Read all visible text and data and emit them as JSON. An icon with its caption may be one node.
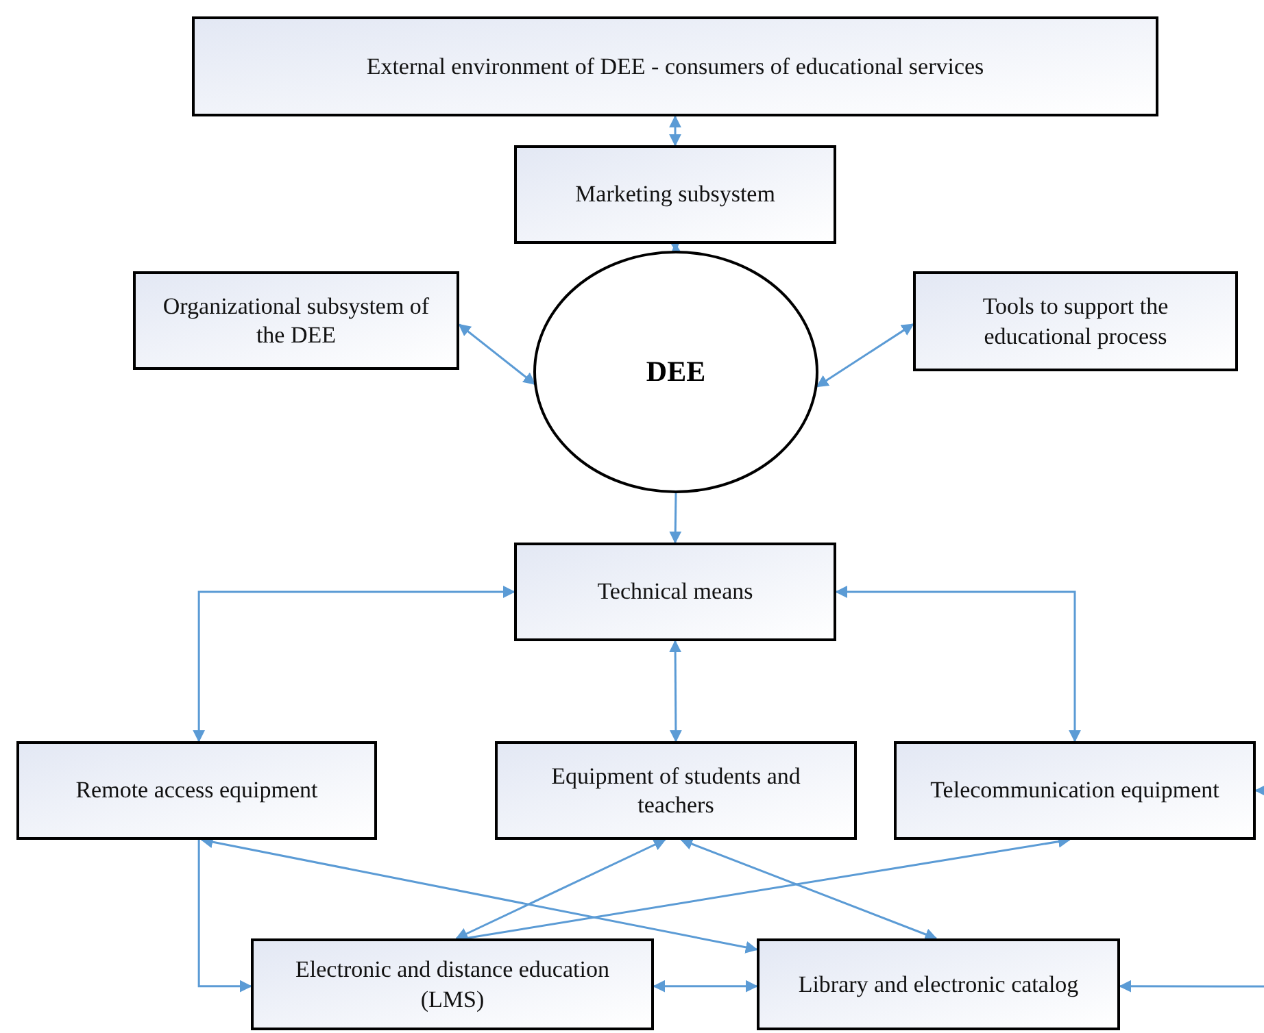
{
  "diagram": {
    "nodes": [
      {
        "text": [
          "External environment of DEE - consumers of educational services"
        ]
      },
      {
        "text": [
          "Marketing subsystem"
        ]
      },
      {
        "text": [
          "Organizational subsystem of the DEE"
        ]
      },
      {
        "text": [
          "DEE"
        ]
      },
      {
        "text": [
          "Tools to support the educational process"
        ]
      },
      {
        "text": [
          "Technical means"
        ]
      },
      {
        "text": [
          "Remote access equipment"
        ]
      },
      {
        "text": [
          "Equipment of students and teachers"
        ]
      },
      {
        "text": [
          "Telecommunication equipment"
        ]
      },
      {
        "text": [
          "Electronic and distance education (LMS)"
        ]
      },
      {
        "text": [
          "Library and electronic catalog"
        ]
      }
    ],
    "edges": [
      {
        "from": 0,
        "to": 1,
        "arrow": "both"
      },
      {
        "from": 1,
        "to": 3,
        "arrow": "both"
      },
      {
        "from": 2,
        "to": 3,
        "arrow": "both"
      },
      {
        "from": 4,
        "to": 3,
        "arrow": "both"
      },
      {
        "from": 3,
        "to": 5,
        "arrow": "to"
      },
      {
        "from": 5,
        "to": 6,
        "arrow": "both"
      },
      {
        "from": 5,
        "to": 7,
        "arrow": "both"
      },
      {
        "from": 5,
        "to": 8,
        "arrow": "both"
      },
      {
        "from": 6,
        "to": 9,
        "arrow": "to"
      },
      {
        "from": 6,
        "to": 10,
        "arrow": "both"
      },
      {
        "from": 7,
        "to": 9,
        "arrow": "both"
      },
      {
        "from": 7,
        "to": 10,
        "arrow": "both"
      },
      {
        "from": 9,
        "to": 8,
        "arrow": "to"
      },
      {
        "from": 9,
        "to": 10,
        "arrow": "both"
      },
      {
        "from": null,
        "to": 10,
        "arrow": "to"
      },
      {
        "from": null,
        "to": 8,
        "arrow": "to"
      }
    ]
  }
}
